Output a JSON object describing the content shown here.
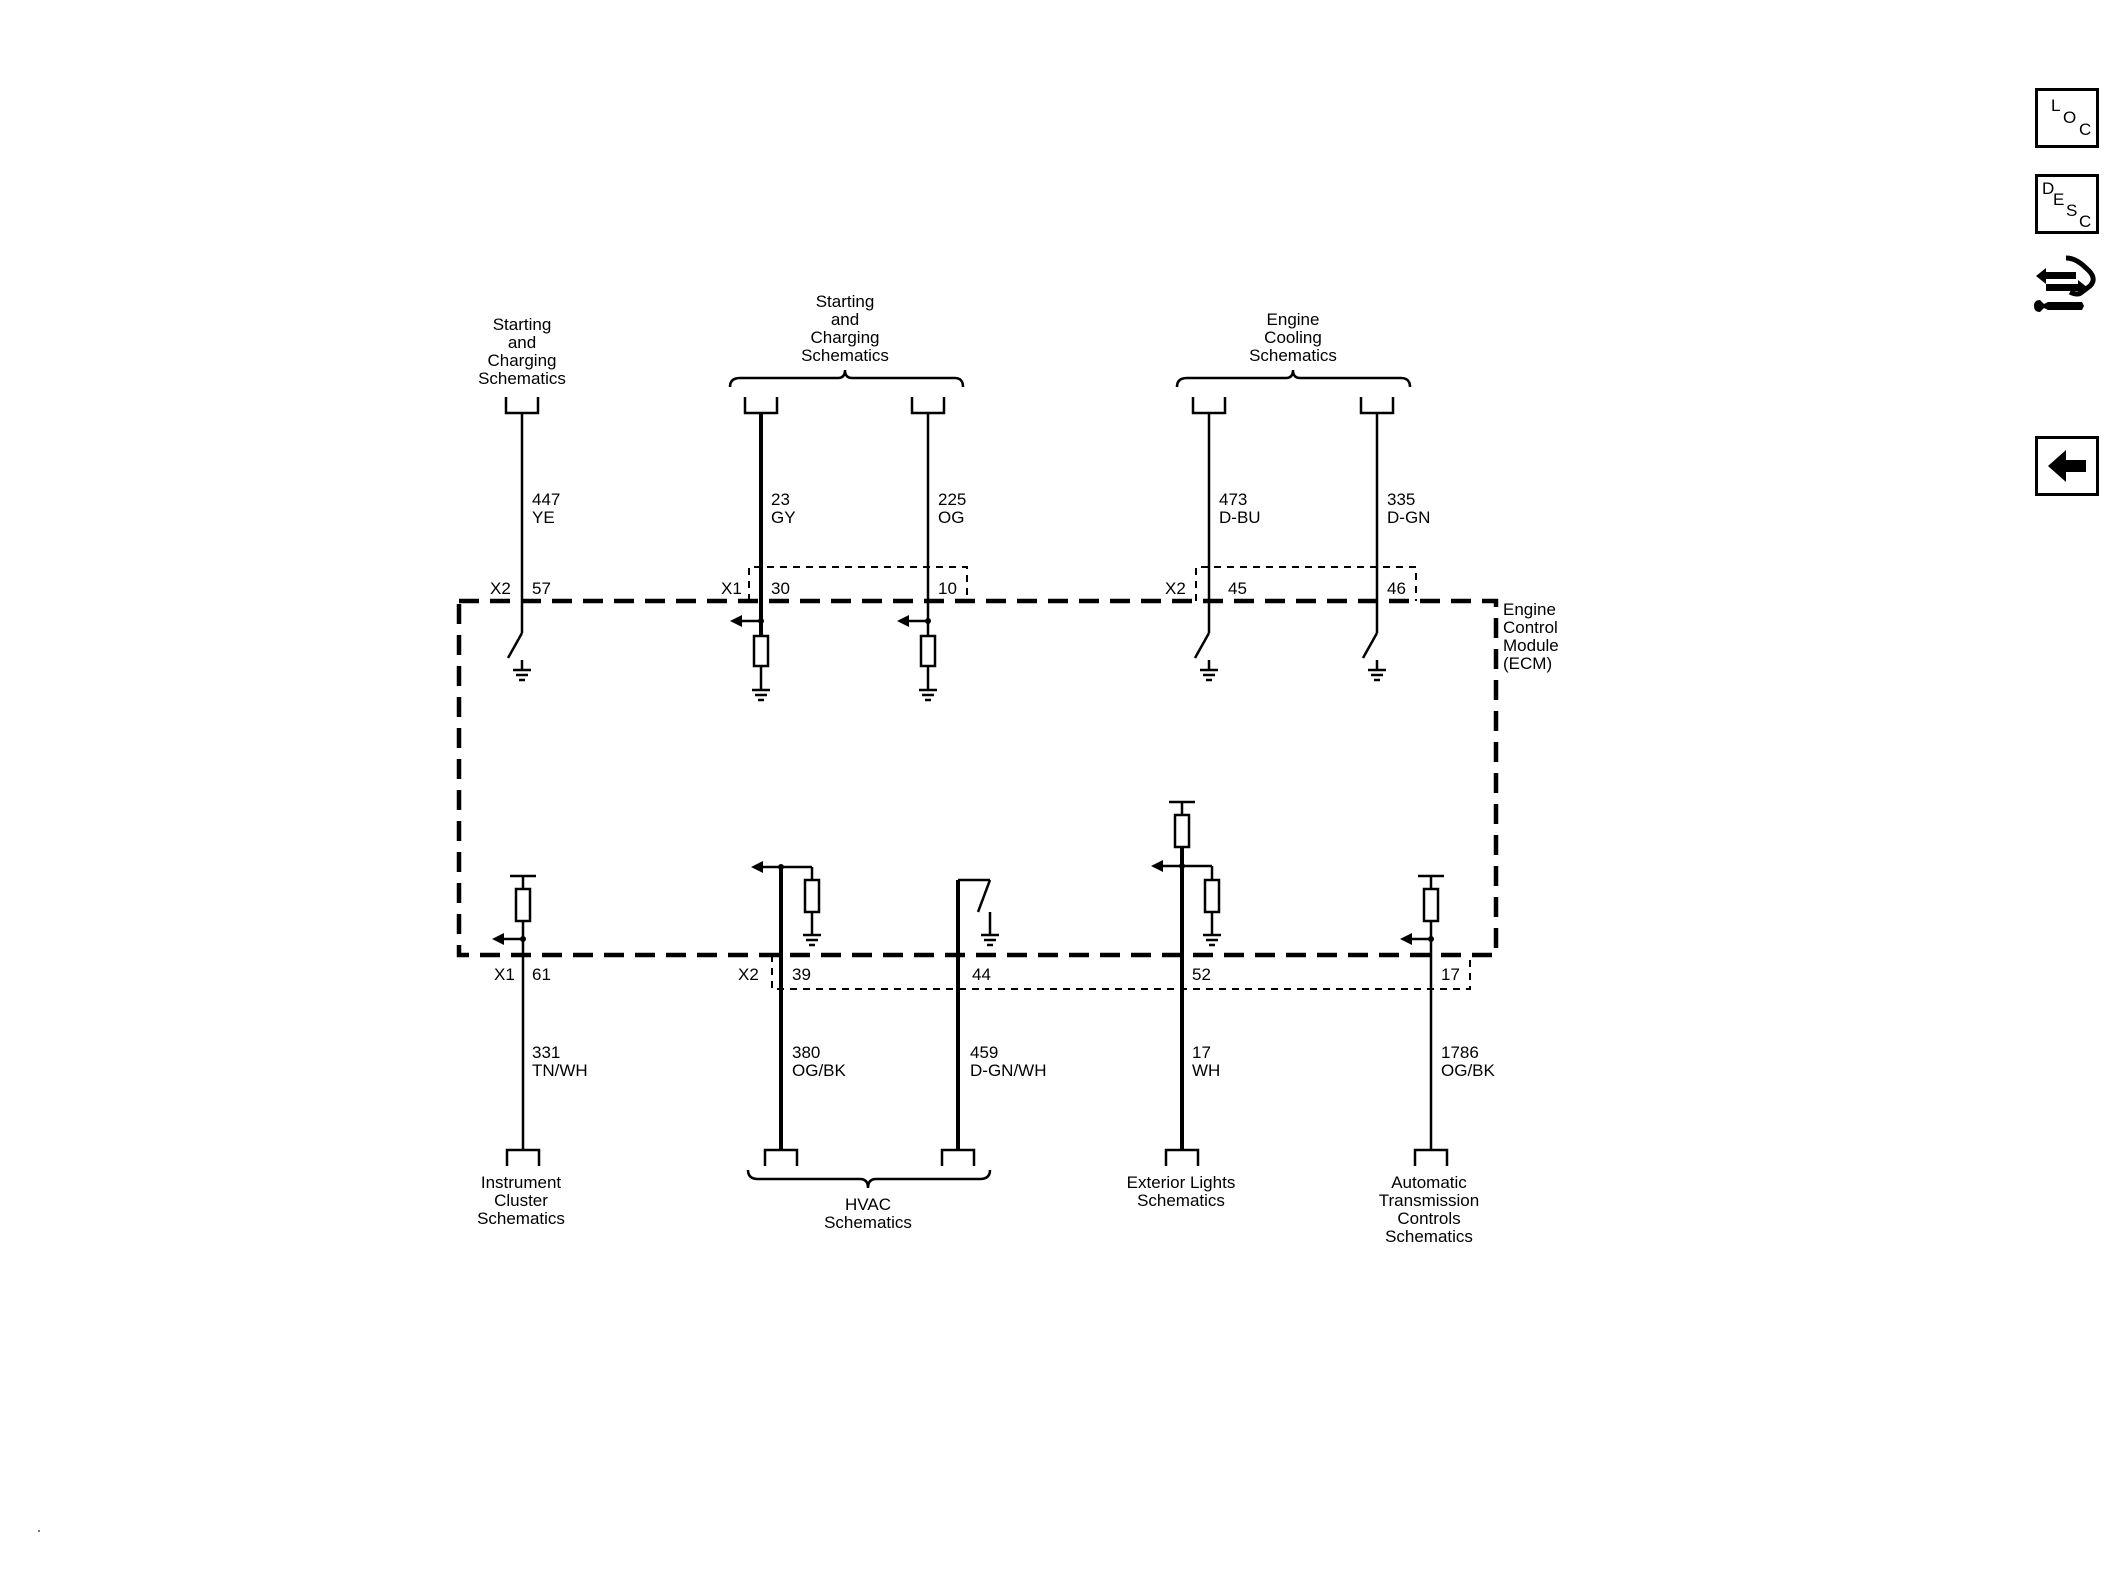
{
  "sidebar": {
    "loc": {
      "l": "L",
      "o": "O",
      "c": "C"
    },
    "desc": {
      "d": "D",
      "e": "E",
      "s": "S",
      "c": "C"
    },
    "connector_icon": "connector-wrench-icon",
    "back_icon": "back-arrow-icon"
  },
  "diagram": {
    "module_label": [
      "Engine",
      "Control",
      "Module",
      "(ECM)"
    ],
    "top": {
      "starting_charging_single": [
        "Starting",
        "and",
        "Charging",
        "Schematics"
      ],
      "starting_charging_group": [
        "Starting",
        "and",
        "Charging",
        "Schematics"
      ],
      "engine_cooling_group": [
        "Engine",
        "Cooling",
        "Schematics"
      ]
    },
    "top_circuits": [
      {
        "circuit": "447",
        "color": "YE",
        "connector": "X2",
        "pin": "57"
      },
      {
        "circuit": "23",
        "color": "GY",
        "connector": "X1",
        "pin": "30"
      },
      {
        "circuit": "225",
        "color": "OG",
        "connector": "",
        "pin": "10"
      },
      {
        "circuit": "473",
        "color": "D-BU",
        "connector": "X2",
        "pin": "45"
      },
      {
        "circuit": "335",
        "color": "D-GN",
        "connector": "",
        "pin": "46"
      }
    ],
    "bottom_circuits": [
      {
        "circuit": "331",
        "color": "TN/WH",
        "connector": "X1",
        "pin": "61"
      },
      {
        "circuit": "380",
        "color": "OG/BK",
        "connector": "X2",
        "pin": "39"
      },
      {
        "circuit": "459",
        "color": "D-GN/WH",
        "connector": "",
        "pin": "44"
      },
      {
        "circuit": "17",
        "color": "WH",
        "connector": "",
        "pin": "52"
      },
      {
        "circuit": "1786",
        "color": "OG/BK",
        "connector": "",
        "pin": "17"
      }
    ],
    "bottom": {
      "instrument_cluster": [
        "Instrument",
        "Cluster",
        "Schematics"
      ],
      "hvac": [
        "HVAC",
        "Schematics"
      ],
      "exterior_lights": [
        "Exterior Lights",
        "Schematics"
      ],
      "automatic_transmission": [
        "Automatic",
        "Transmission",
        "Controls",
        "Schematics"
      ]
    }
  }
}
